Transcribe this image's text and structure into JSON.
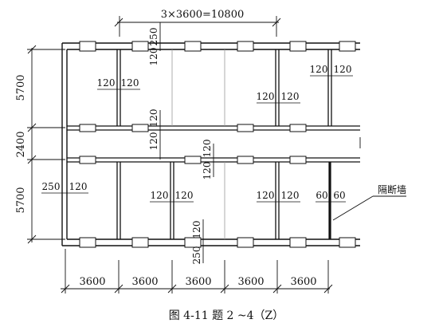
{
  "diagram": {
    "top_dimension": "3×3600=10800",
    "left_dimensions": [
      "5700",
      "2400",
      "5700"
    ],
    "bottom_dimensions": [
      "3600",
      "3600",
      "3600",
      "3600",
      "3600"
    ],
    "wall_labels": {
      "top_outer_250": "250",
      "top_inner_120": "120",
      "corridor_top_120": "120",
      "corridor_bot_120": "120",
      "bottom_inner_120": "120",
      "bottom_outer_250": "250",
      "tl_a": "120",
      "tl_b": "120",
      "tr_a": "120",
      "tr_b": "120",
      "mr_a": "120",
      "mr_b": "120",
      "left_a": "250",
      "left_b": "120",
      "bm1_a": "120",
      "bm1_b": "120",
      "bm2_a": "120",
      "bm2_b": "120",
      "part_a": "60",
      "part_b": "60"
    },
    "partition_label": "隔断墙",
    "caption": "图 4-11    题 2 ~4（Z）"
  }
}
